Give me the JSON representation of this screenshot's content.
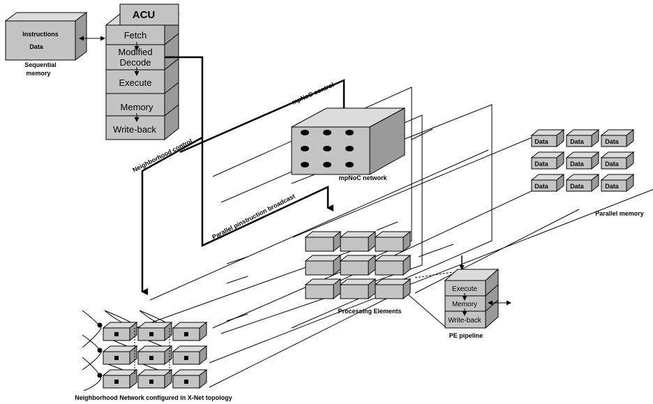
{
  "sequential_memory": {
    "line1": "Instructions",
    "line2": "Data",
    "caption_line1": "Sequential",
    "caption_line2": "memory"
  },
  "acu": {
    "title": "ACU",
    "stages": {
      "fetch": "Fetch",
      "decode_line1": "Modified",
      "decode_line2": "Decode",
      "execute": "Execute",
      "memory": "Memory",
      "writeback": "Write-back"
    }
  },
  "labels": {
    "mpnoc_control": "mpNoC control",
    "neighborhood_control": "Neighborhood control",
    "parallel_broadcast": "Parallel pinstruction broadcast",
    "mpnoc_network": "mpNoC network",
    "processing_elements": "Processing Elements",
    "parallel_memory": "Parallel memory",
    "pe_pipeline": "PE pipeline",
    "neighborhood_network": "Neighborhood Network configured in X-Net topology"
  },
  "parallel_memory": {
    "cell_label": "Data"
  },
  "pe_pipeline": {
    "execute": "Execute",
    "memory": "Memory",
    "writeback": "Write-back"
  }
}
